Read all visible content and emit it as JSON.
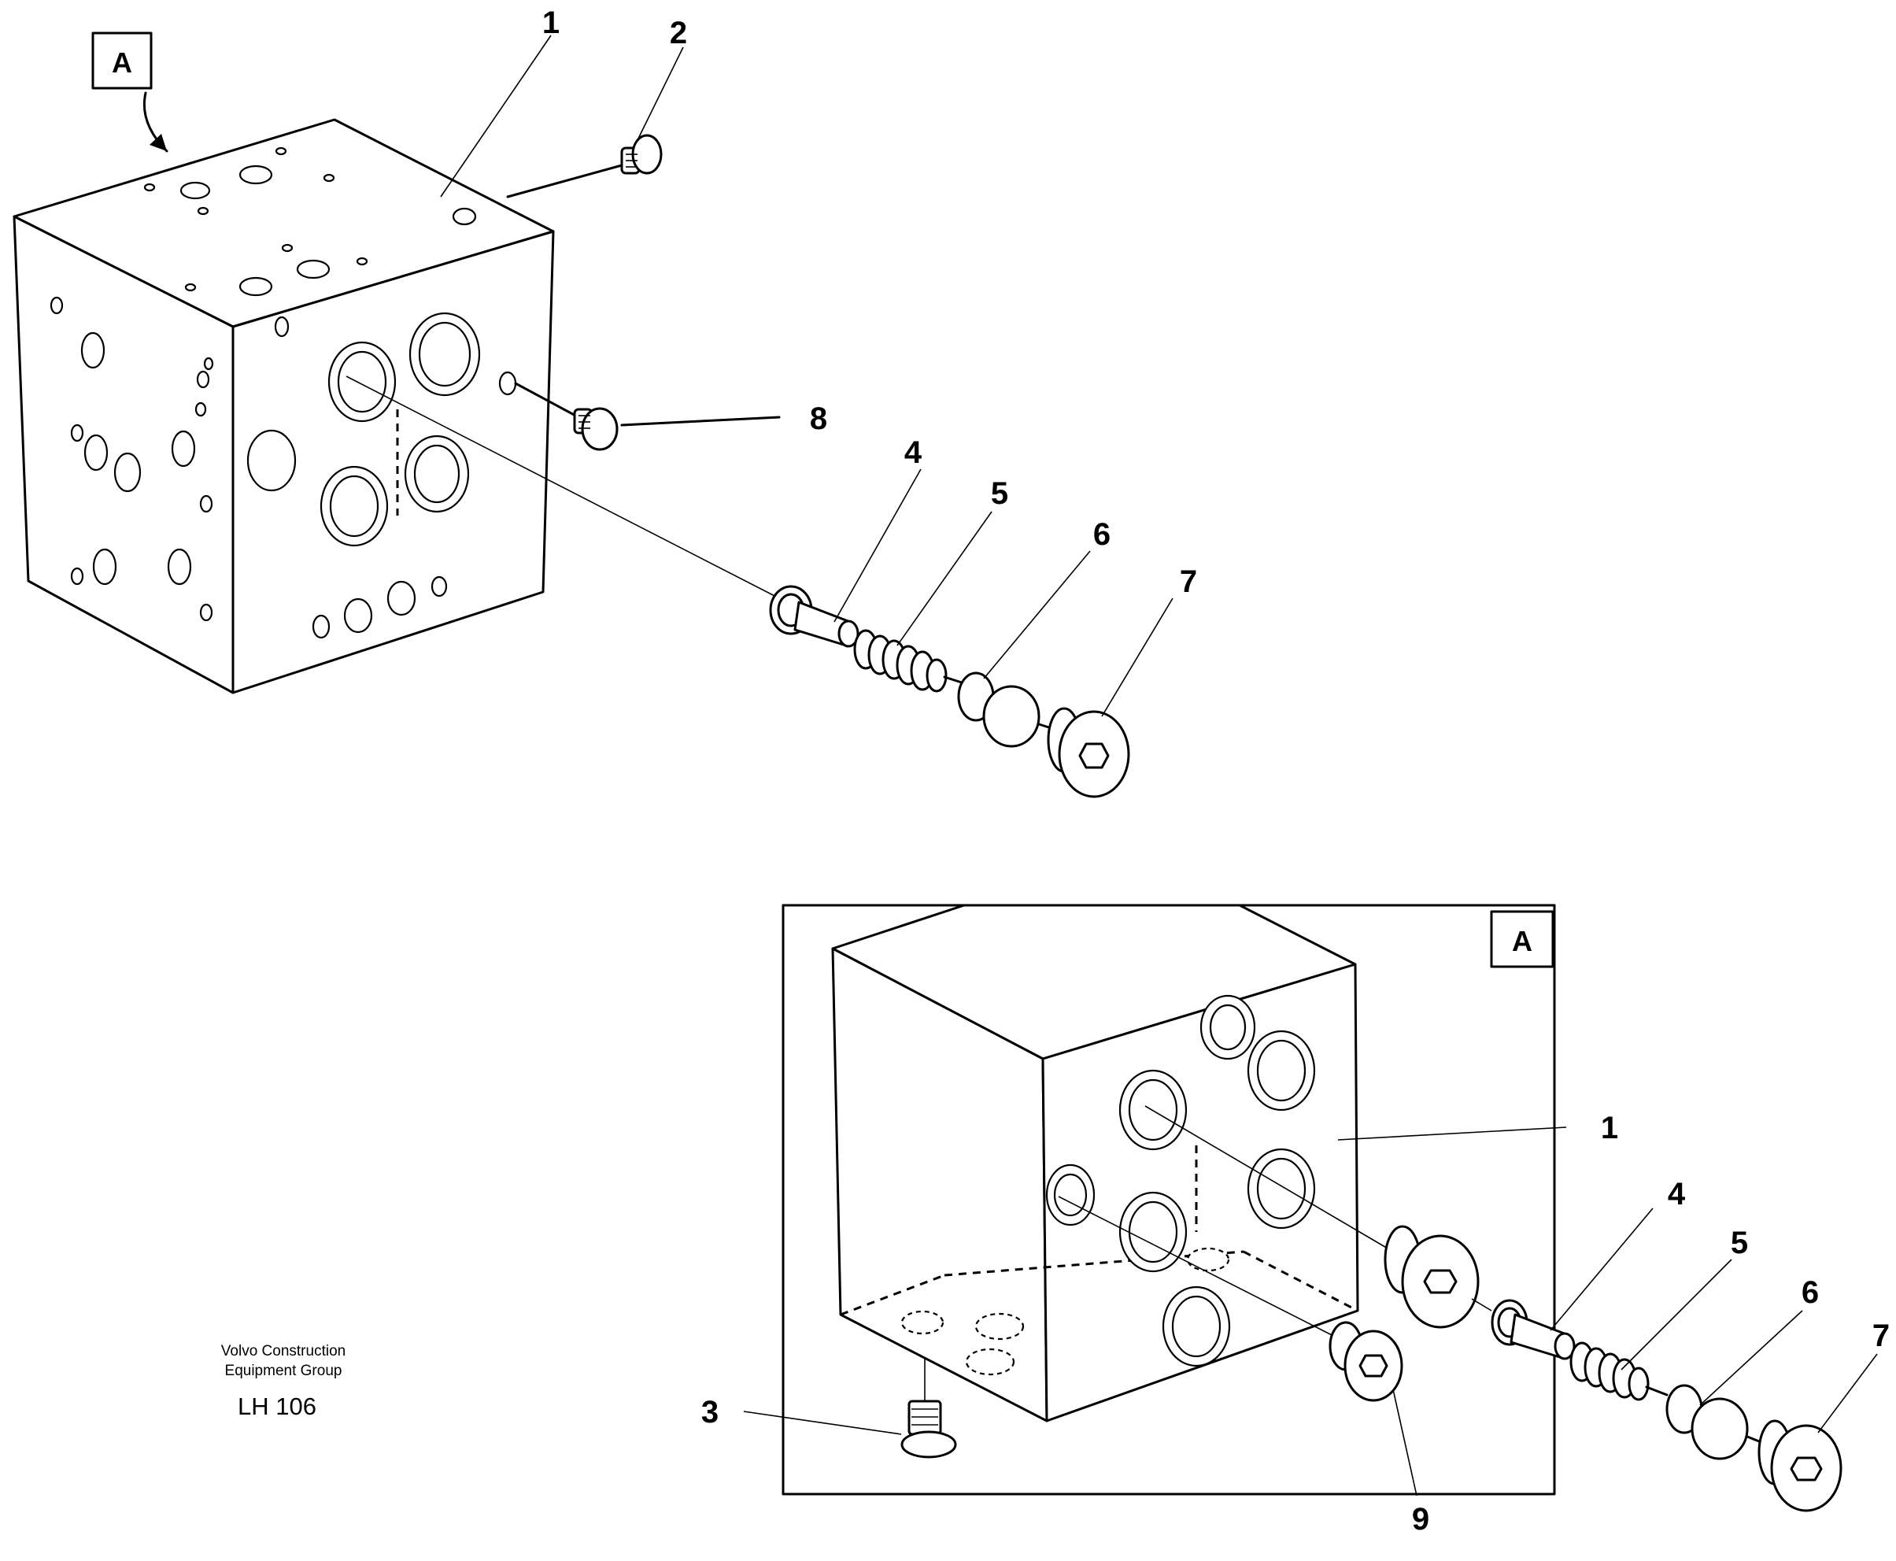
{
  "view_marker": "A",
  "detail_marker": "A",
  "upper_callouts": [
    "1",
    "2",
    "8",
    "4",
    "5",
    "6",
    "7"
  ],
  "lower_callouts": [
    "1",
    "4",
    "5",
    "6",
    "7",
    "3",
    "9"
  ],
  "footer": {
    "company_line1": "Volvo Construction",
    "company_line2": "Equipment Group",
    "code": "LH 106"
  }
}
